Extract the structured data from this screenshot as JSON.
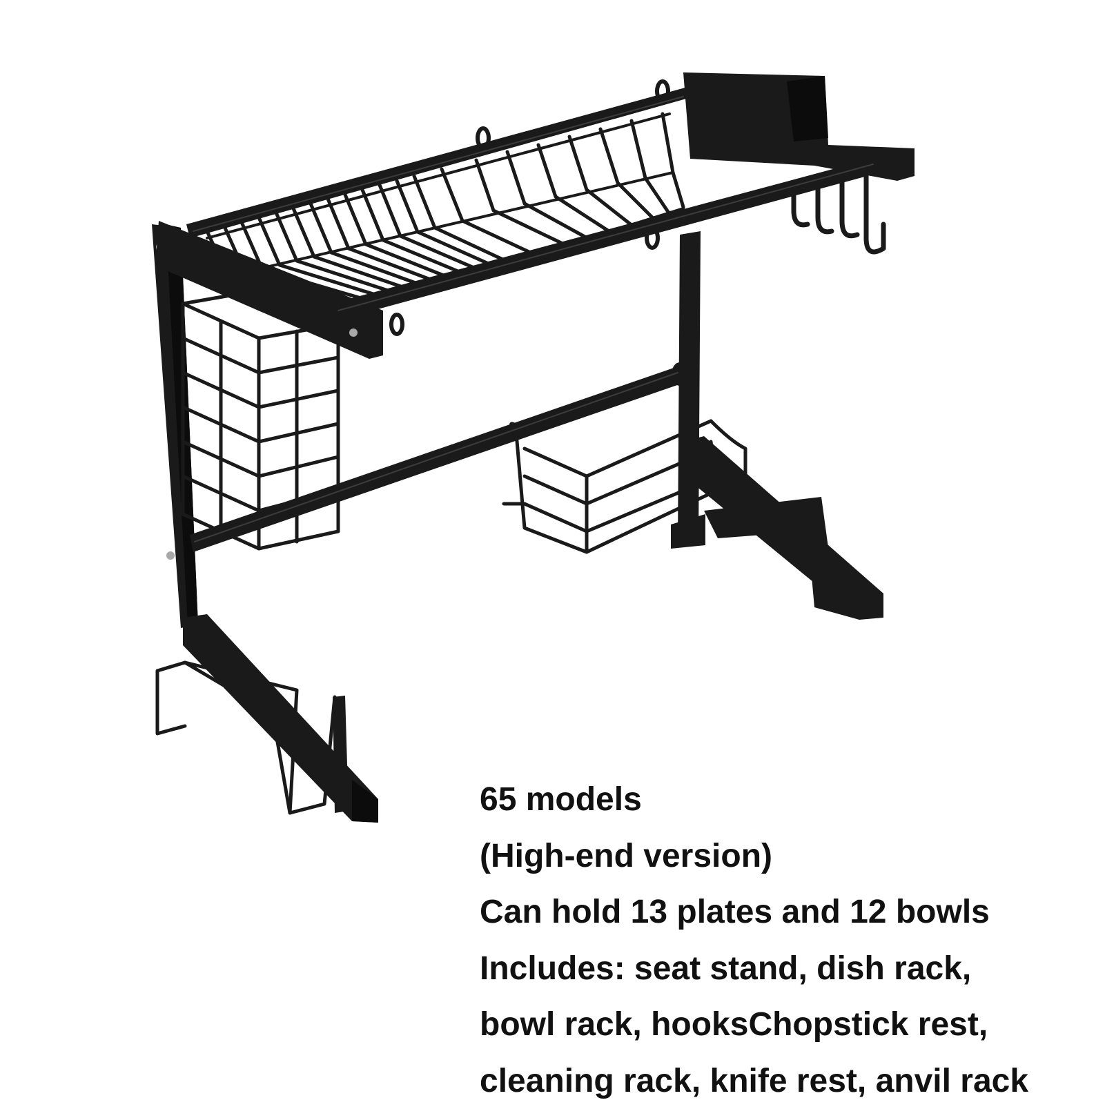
{
  "product": {
    "image_subject": "dish-drying-rack-icon",
    "colors": {
      "background": "#ffffff",
      "metal": "#1a1a1a",
      "metal_edge": "#0c0c0c",
      "highlight": "#3c3c3c",
      "screw": "#a8a8a8",
      "text": "#111111"
    }
  },
  "description": {
    "lines": [
      "65 models",
      "(High-end version)",
      "Can hold 13 plates and 12 bowls",
      "Includes: seat stand, dish rack,",
      "bowl rack, hooksChopstick rest,",
      "cleaning rack, knife rest, anvil rack"
    ]
  }
}
